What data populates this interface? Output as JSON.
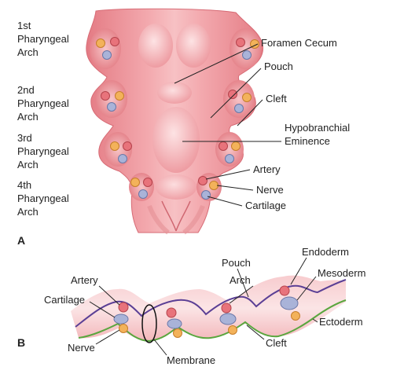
{
  "panel_a": {
    "label": "A",
    "arches": {
      "first": [
        "1st",
        "Pharyngeal",
        "Arch"
      ],
      "second": [
        "2nd",
        "Pharyngeal",
        "Arch"
      ],
      "third": [
        "3rd",
        "Pharyngeal",
        "Arch"
      ],
      "fourth": [
        "4th",
        "Pharyngeal",
        "Arch"
      ]
    },
    "labels": {
      "foramen_cecum": "Foramen Cecum",
      "pouch": "Pouch",
      "cleft": "Cleft",
      "hypobranchial": [
        "Hypobranchial",
        "Eminence"
      ],
      "artery": "Artery",
      "nerve": "Nerve",
      "cartilage": "Cartilage"
    }
  },
  "panel_b": {
    "label": "B",
    "labels": {
      "endoderm": "Endoderm",
      "mesoderm": "Mesoderm",
      "ectoderm": "Ectoderm",
      "pouch": "Pouch",
      "arch": "Arch",
      "artery": "Artery",
      "cartilage": "Cartilage",
      "nerve": "Nerve",
      "membrane": "Membrane",
      "cleft": "Cleft"
    }
  },
  "colors": {
    "tissue": "#e9838b",
    "tissue_light": "#f6c1c4",
    "artery": "#e8737b",
    "nerve": "#f3b25a",
    "cartilage": "#a9b3d8",
    "endoderm": "#5b3f95",
    "ectoderm": "#5aa63e"
  }
}
